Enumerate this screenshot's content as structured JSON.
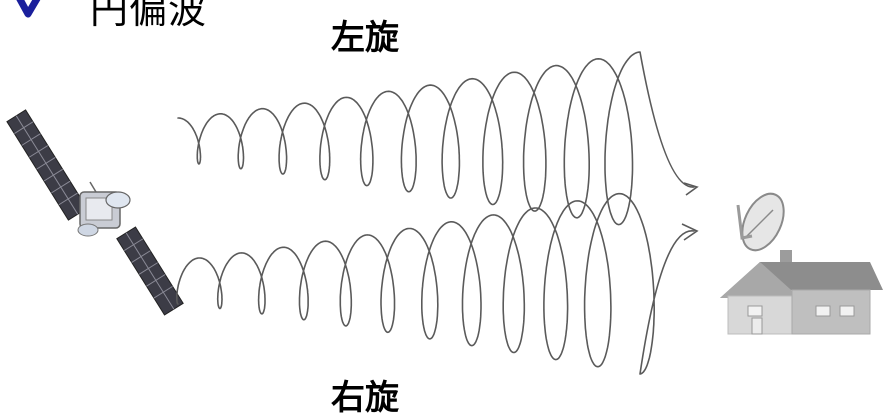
{
  "title": "円偏波",
  "labels": {
    "left": "左旋",
    "right": "右旋"
  },
  "icons": [
    "check-icon",
    "satellite-icon",
    "house-with-dish-icon"
  ],
  "colors": {
    "check": "#1a1f9c",
    "helix": "#5a5a5a",
    "text": "#000000"
  }
}
